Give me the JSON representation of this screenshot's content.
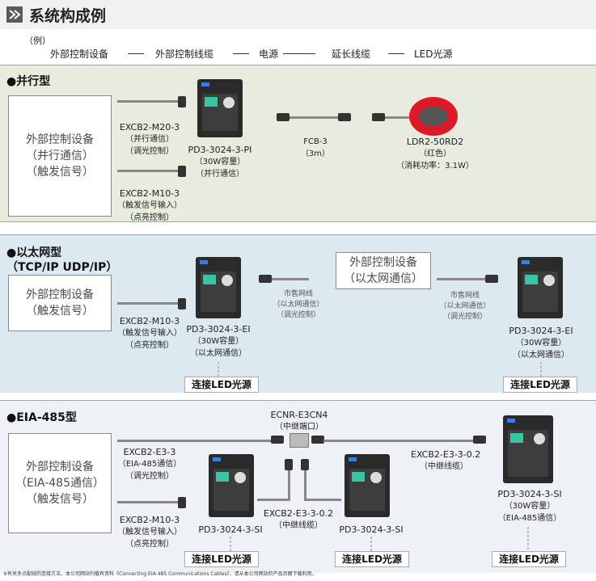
{
  "page": {
    "title": "系统构成例",
    "example_label": "（例）",
    "chain": [
      "外部控制设备",
      "外部控制线缆",
      "电源",
      "延长线缆",
      "LED光源"
    ]
  },
  "section1": {
    "title": "●并行型",
    "ext_device": [
      "外部控制设备",
      "（并行通信）",
      "（触发信号）"
    ],
    "cable_a": [
      "EXCB2-M20-3",
      "（并行通信）",
      "（调光控制）"
    ],
    "cable_b": [
      "EXCB2-M10-3",
      "（触发信号输入）",
      "（点亮控制）"
    ],
    "controller": [
      "PD3-3024-3-PI",
      "（30W容量）",
      "（并行通信）"
    ],
    "ext_cable": [
      "FCB-3",
      "（3m）"
    ],
    "light": [
      "LDR2-50RD2",
      "（红色）",
      "（消耗功率：3.1W）"
    ]
  },
  "section2": {
    "title": "●以太网型",
    "subtitle": "（TCP/IP UDP/IP）",
    "ext_device": [
      "外部控制设备",
      "（触发信号）"
    ],
    "cable": [
      "EXCB2-M10-3",
      "（触发信号输入）",
      "（点亮控制）"
    ],
    "controller1": [
      "PD3-3024-3-EI",
      "（30W容量）",
      "（以太网通信）"
    ],
    "lan_cable1": [
      "市售网线",
      "（以太网通信）",
      "（调光控制）"
    ],
    "ext_device2": [
      "外部控制设备",
      "（以太网通信）"
    ],
    "lan_cable2": [
      "市售网线",
      "（以太网通信）",
      "（调光控制）"
    ],
    "controller2": [
      "PD3-3024-3-EI",
      "（30W容量）",
      "（以太网通信）"
    ],
    "connect": "连接LED光源"
  },
  "section3": {
    "title": "●EIA-485型",
    "ext_device": [
      "外部控制设备",
      "（EIA-485通信）",
      "（触发信号）"
    ],
    "cable_a": [
      "EXCB2-E3-3",
      "（EIA-485通信）",
      "（调光控制）"
    ],
    "cable_b": [
      "EXCB2-M10-3",
      "（触发信号输入）",
      "（点亮控制）"
    ],
    "relay": [
      "ECNR-E3CN4",
      "（中继端口）"
    ],
    "relay_cable_mid": [
      "EXCB2-E3-3-0.2",
      "（中继线缆）"
    ],
    "relay_cable_right": [
      "EXCB2-E3-3-0.2",
      "（中继线缆）"
    ],
    "controller_left": "PD3-3024-3-SI",
    "controller_mid": "PD3-3024-3-SI",
    "controller_right": [
      "PD3-3024-3-SI",
      "（30W容量）",
      "（EIA-485通信）"
    ],
    "connect": "连接LED光源"
  },
  "footnote": "※有关多点配线的连接方法，本公司网站刊载有资料《Connecting EIA-485 Communications Cables》，请从本公司网站的产品页面下载利用。"
}
